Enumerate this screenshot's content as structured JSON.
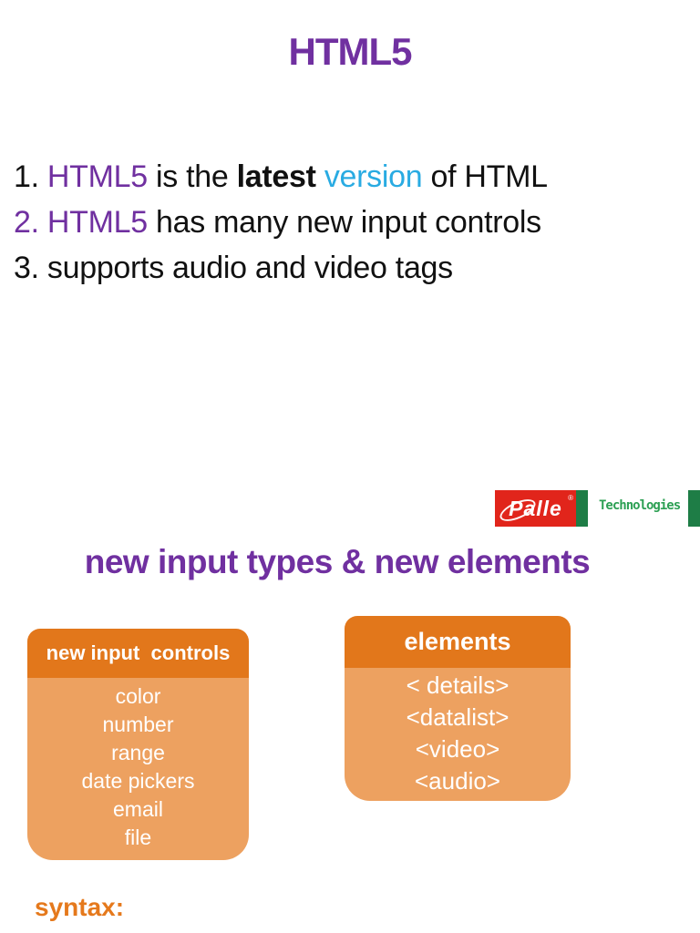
{
  "slide": {
    "title": "HTML5",
    "section_heading": "new input types & new elements",
    "syntax_label": "syntax:"
  },
  "feature_list": {
    "lines": [
      {
        "segments": [
          {
            "text": "1. ",
            "style": "black"
          },
          {
            "text": "HTML5",
            "style": "purple"
          },
          {
            "text": " is the ",
            "style": "black"
          },
          {
            "text": "latest",
            "style": "bold"
          },
          {
            "text": " ",
            "style": "black"
          },
          {
            "text": "version",
            "style": "cyan"
          },
          {
            "text": " of HTML",
            "style": "black"
          }
        ]
      },
      {
        "segments": [
          {
            "text": "2. HTML5",
            "style": "purple"
          },
          {
            "text": " has many new input controls",
            "style": "black"
          }
        ]
      },
      {
        "segments": [
          {
            "text": "3. supports audio and video tags",
            "style": "black"
          }
        ]
      }
    ]
  },
  "logo": {
    "brand": "Palle",
    "registered": "®",
    "name": "Technologies"
  },
  "cards": {
    "input_controls": {
      "header": "new input  controls",
      "items": [
        "color",
        "number",
        "range",
        "date pickers",
        "email",
        "file"
      ]
    },
    "elements": {
      "header": "elements",
      "items": [
        "< details>",
        "<datalist>",
        "<video>",
        "<audio>"
      ]
    }
  },
  "colors": {
    "purple": "#7030a0",
    "cyan": "#29abe2",
    "orange_header": "#e2771b",
    "orange_body": "#eda160",
    "orange_syntax": "#e5791c",
    "logo_red": "#e1251b",
    "logo_green_bar": "#1e7d46",
    "logo_text_green": "#2da054"
  }
}
